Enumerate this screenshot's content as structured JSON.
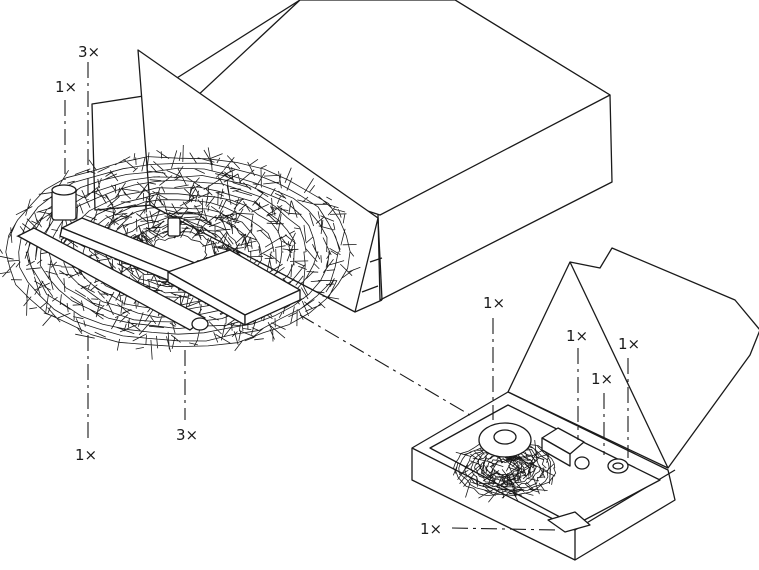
{
  "labels": {
    "top_left_a": "1×",
    "top_left_b": "3×",
    "bottom_left_a": "1×",
    "bottom_left_b": "3×",
    "box_a": "1×",
    "box_b": "1×",
    "box_c": "1×",
    "box_d": "1×",
    "box_e": "1×"
  }
}
